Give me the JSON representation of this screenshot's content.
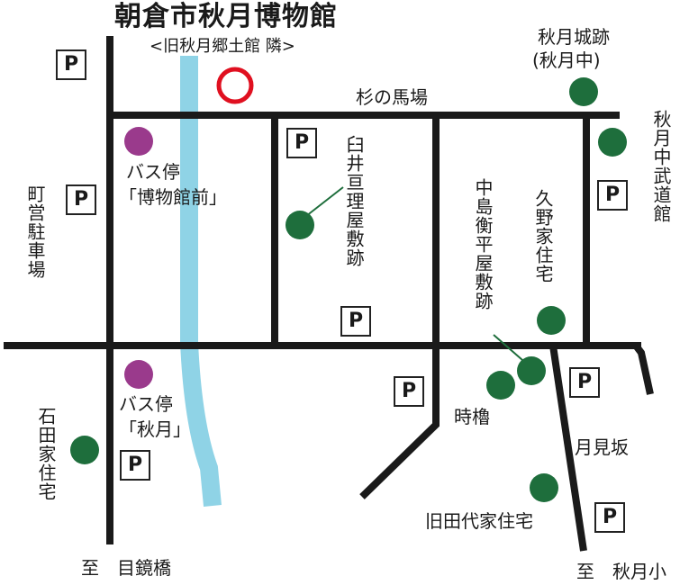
{
  "title": "朝倉市秋月博物館",
  "subtitle": "<旧秋月郷土館 隣>",
  "colors": {
    "road": "#1a1a1a",
    "river": "#8fd3e6",
    "museum_marker": "#e01020",
    "bus_stop": "#9a3a8c",
    "landmark": "#1e6e3c"
  },
  "parking_label": "P",
  "labels": {
    "sugi_no_baba": "杉の馬場",
    "akizuki_castle": "秋月城跡",
    "akizuki_jhs": "(秋月中)",
    "budokan": "秋月中武道館",
    "town_parking": "町営駐車場",
    "bus_stop_museum": "バス停",
    "bus_stop_museum_name": "「博物館前」",
    "bus_stop_akizuki": "バス停",
    "bus_stop_akizuki_name": "「秋月」",
    "usui_yashiki": "臼井亘理屋敷跡",
    "nakajima_yashiki": "中島衡平屋敷跡",
    "kuno_house": "久野家住宅",
    "tokiyagura": "時櫓",
    "tsukimizaka": "月見坂",
    "tadai_house": "旧田代家住宅",
    "ishida_house": "石田家住宅",
    "to_megane_bashi": "至　目鏡橋",
    "to_akizuki_elem": "至　秋月小"
  }
}
